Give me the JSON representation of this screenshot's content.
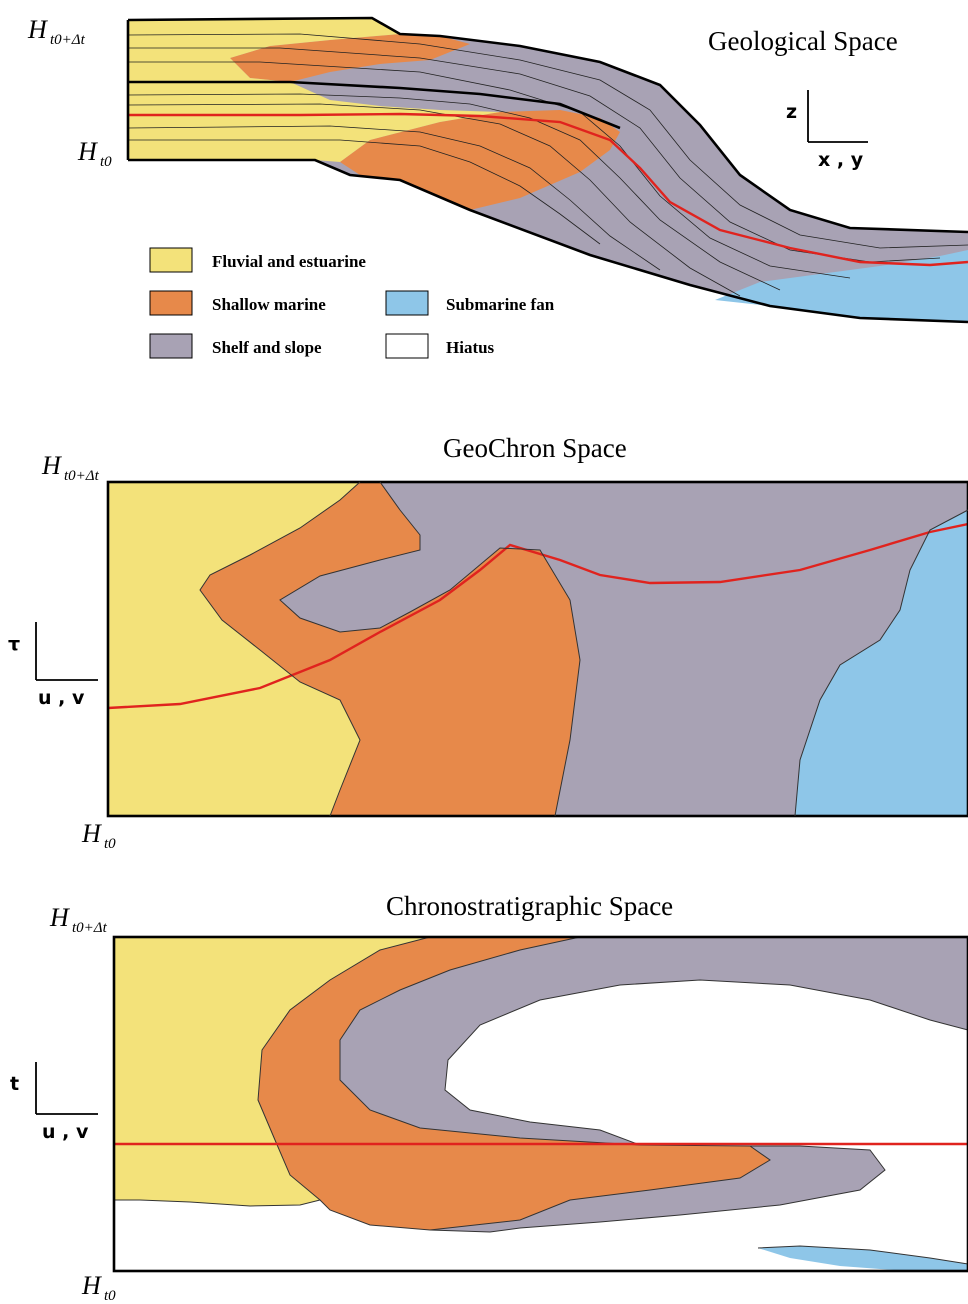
{
  "colors": {
    "fluvial": "#f3e27a",
    "shallow": "#e7894a",
    "shelf": "#a8a2b4",
    "fan": "#8ec6e8",
    "hiatus": "#ffffff",
    "horizon": "#e0231e"
  },
  "panels": {
    "geological": {
      "title": "Geological Space",
      "axis_v": "z",
      "axis_h": "x , y"
    },
    "geochron": {
      "title": "GeoChron Space",
      "axis_v": "τ",
      "axis_h": "u , v"
    },
    "chrono": {
      "title": "Chronostratigraphic Space",
      "axis_v": "t",
      "axis_h": "u , v"
    }
  },
  "horizon_labels": {
    "base": "H",
    "base_sub": "t0",
    "top_sub": "t0+Δt"
  },
  "legend": [
    {
      "label": "Fluvial and estuarine",
      "color": "#f3e27a"
    },
    {
      "label": "Shallow marine",
      "color": "#e7894a"
    },
    {
      "label": "Shelf and slope",
      "color": "#a8a2b4"
    },
    {
      "label": "Submarine fan",
      "color": "#8ec6e8"
    },
    {
      "label": "Hiatus",
      "color": "#ffffff"
    }
  ]
}
